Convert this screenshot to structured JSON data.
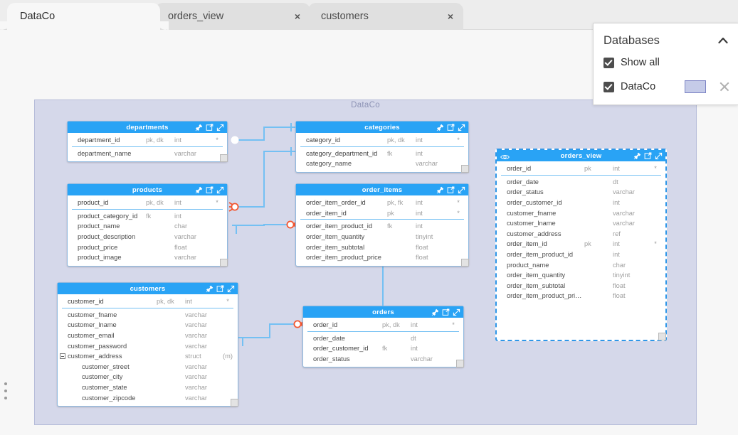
{
  "window": {
    "tabs": [
      {
        "label": "DataCo",
        "active": true,
        "closable": false
      },
      {
        "label": "orders_view",
        "active": false,
        "closable": true,
        "close": "×"
      },
      {
        "label": "customers",
        "active": false,
        "closable": true,
        "close": "×"
      }
    ]
  },
  "databases_panel": {
    "title": "Databases",
    "collapse_icon": "chevron-up-icon",
    "rows": [
      {
        "label": "Show all",
        "checked": true,
        "has_swatch": false,
        "has_close": false
      },
      {
        "label": "DataCo",
        "checked": true,
        "has_swatch": true,
        "has_close": true,
        "swatch_color": "#c5cbe8"
      }
    ]
  },
  "canvas": {
    "title": "DataCo",
    "background_color": "#d5d8ea",
    "border_color": "#b6bcd9"
  },
  "colors": {
    "table_header": "#29a3f5",
    "link_line": "#74c0f3",
    "crowfoot": "#f4552e",
    "view_border": "#2f97e8"
  },
  "tables": [
    {
      "id": "departments",
      "name": "departments",
      "is_view": false,
      "header_icons": [
        "pin-icon",
        "open-in-new-icon",
        "expand-icon"
      ],
      "divider_after": 1,
      "columns": [
        {
          "name": "department_id",
          "key": "pk, dk",
          "type": "int",
          "flag": "*"
        },
        {
          "name": "department_name",
          "key": "",
          "type": "varchar",
          "flag": ""
        }
      ]
    },
    {
      "id": "categories",
      "name": "categories",
      "is_view": false,
      "header_icons": [
        "pin-icon",
        "open-in-new-icon",
        "expand-icon"
      ],
      "divider_after": 1,
      "columns": [
        {
          "name": "category_id",
          "key": "pk, dk",
          "type": "int",
          "flag": "*"
        },
        {
          "name": "category_department_id",
          "key": "fk",
          "type": "int",
          "flag": ""
        },
        {
          "name": "category_name",
          "key": "",
          "type": "varchar",
          "flag": ""
        }
      ]
    },
    {
      "id": "products",
      "name": "products",
      "is_view": false,
      "header_icons": [
        "pin-icon",
        "open-in-new-icon",
        "expand-icon"
      ],
      "divider_after": 1,
      "columns": [
        {
          "name": "product_id",
          "key": "pk, dk",
          "type": "int",
          "flag": "*"
        },
        {
          "name": "product_category_id",
          "key": "fk",
          "type": "int",
          "flag": ""
        },
        {
          "name": "product_name",
          "key": "",
          "type": "char",
          "flag": ""
        },
        {
          "name": "product_description",
          "key": "",
          "type": "varchar",
          "flag": ""
        },
        {
          "name": "product_price",
          "key": "",
          "type": "float",
          "flag": ""
        },
        {
          "name": "product_image",
          "key": "",
          "type": "varchar",
          "flag": ""
        }
      ]
    },
    {
      "id": "order_items",
      "name": "order_items",
      "is_view": false,
      "header_icons": [
        "pin-icon",
        "open-in-new-icon",
        "expand-icon"
      ],
      "divider_after": 2,
      "columns": [
        {
          "name": "order_item_order_id",
          "key": "pk, fk",
          "type": "int",
          "flag": "*"
        },
        {
          "name": "order_item_id",
          "key": "pk",
          "type": "int",
          "flag": "*"
        },
        {
          "name": "order_item_product_id",
          "key": "fk",
          "type": "int",
          "flag": ""
        },
        {
          "name": "order_item_quantity",
          "key": "",
          "type": "tinyint",
          "flag": ""
        },
        {
          "name": "order_item_subtotal",
          "key": "",
          "type": "float",
          "flag": ""
        },
        {
          "name": "order_item_product_price",
          "key": "",
          "type": "float",
          "flag": ""
        }
      ]
    },
    {
      "id": "orders_view",
      "name": "orders_view",
      "is_view": true,
      "view_icon": "eye-icon",
      "header_icons": [
        "pin-icon",
        "open-in-new-icon",
        "expand-icon"
      ],
      "divider_after": 1,
      "columns": [
        {
          "name": "order_id",
          "key": "pk",
          "type": "int",
          "flag": "*"
        },
        {
          "name": "order_date",
          "key": "",
          "type": "dt",
          "flag": ""
        },
        {
          "name": "order_status",
          "key": "",
          "type": "varchar",
          "flag": ""
        },
        {
          "name": "order_customer_id",
          "key": "",
          "type": "int",
          "flag": ""
        },
        {
          "name": "customer_fname",
          "key": "",
          "type": "varchar",
          "flag": ""
        },
        {
          "name": "customer_lname",
          "key": "",
          "type": "varchar",
          "flag": ""
        },
        {
          "name": "customer_address",
          "key": "",
          "type": "ref",
          "flag": ""
        },
        {
          "name": "order_item_id",
          "key": "pk",
          "type": "int",
          "flag": "*"
        },
        {
          "name": "order_item_product_id",
          "key": "",
          "type": "int",
          "flag": ""
        },
        {
          "name": "product_name",
          "key": "",
          "type": "char",
          "flag": ""
        },
        {
          "name": "order_item_quantity",
          "key": "",
          "type": "tinyint",
          "flag": ""
        },
        {
          "name": "order_item_subtotal",
          "key": "",
          "type": "float",
          "flag": ""
        },
        {
          "name": "order_item_product_pri…",
          "key": "",
          "type": "float",
          "flag": ""
        }
      ]
    },
    {
      "id": "customers",
      "name": "customers",
      "is_view": false,
      "header_icons": [
        "pin-icon",
        "open-in-new-icon",
        "expand-icon"
      ],
      "divider_after": 1,
      "columns": [
        {
          "name": "customer_id",
          "key": "pk, dk",
          "type": "int",
          "flag": "*"
        },
        {
          "name": "customer_fname",
          "key": "",
          "type": "varchar",
          "flag": ""
        },
        {
          "name": "customer_lname",
          "key": "",
          "type": "varchar",
          "flag": ""
        },
        {
          "name": "customer_email",
          "key": "",
          "type": "varchar",
          "flag": ""
        },
        {
          "name": "customer_password",
          "key": "",
          "type": "varchar",
          "flag": ""
        },
        {
          "name": "customer_address",
          "key": "",
          "type": "struct",
          "flag": "(m)",
          "expandable": true
        },
        {
          "name": "customer_street",
          "key": "",
          "type": "varchar",
          "flag": "",
          "indent": true
        },
        {
          "name": "customer_city",
          "key": "",
          "type": "varchar",
          "flag": "",
          "indent": true
        },
        {
          "name": "customer_state",
          "key": "",
          "type": "varchar",
          "flag": "",
          "indent": true
        },
        {
          "name": "customer_zipcode",
          "key": "",
          "type": "varchar",
          "flag": "",
          "indent": true
        }
      ]
    },
    {
      "id": "orders",
      "name": "orders",
      "is_view": false,
      "header_icons": [
        "pin-icon",
        "open-in-new-icon",
        "expand-icon"
      ],
      "divider_after": 1,
      "columns": [
        {
          "name": "order_id",
          "key": "pk, dk",
          "type": "int",
          "flag": "*"
        },
        {
          "name": "order_date",
          "key": "",
          "type": "dt",
          "flag": ""
        },
        {
          "name": "order_customer_id",
          "key": "fk",
          "type": "int",
          "flag": ""
        },
        {
          "name": "order_status",
          "key": "",
          "type": "varchar",
          "flag": ""
        }
      ]
    }
  ],
  "relationships": [
    {
      "from": "departments",
      "to": "categories",
      "from_end": "one",
      "to_end": "one-bar"
    },
    {
      "from": "products",
      "to": "categories",
      "from_end": "many",
      "to_end": "one-bar"
    },
    {
      "from": "products",
      "to": "order_items",
      "from_end": "one-bar",
      "to_end": "many"
    },
    {
      "from": "order_items",
      "to": "orders",
      "from_end": "many",
      "to_end": "one-bar"
    },
    {
      "from": "customers",
      "to": "orders",
      "from_end": "one-bar",
      "to_end": "many"
    }
  ]
}
